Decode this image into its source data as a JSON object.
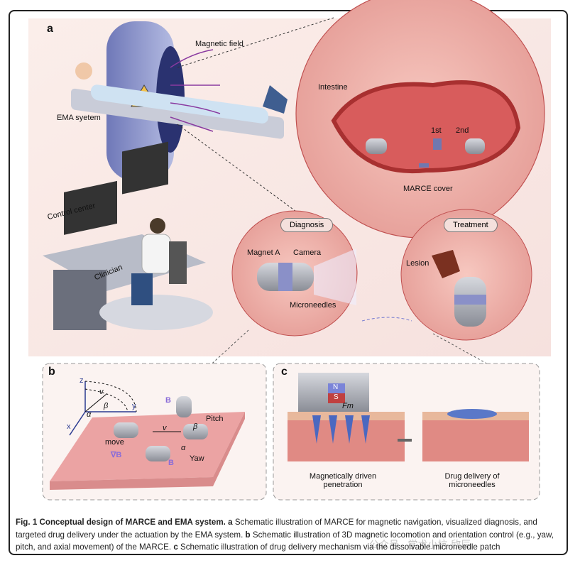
{
  "panel_a": {
    "letter": "a",
    "magnetic_field": "Magnetic field",
    "ema_system": "EMA syetem",
    "control_center": "Control center",
    "clinician": "Clinician",
    "intestine": "Intestine",
    "first": "1st",
    "second": "2nd",
    "marce_cover": "MARCE cover",
    "diagnosis": "Diagnosis",
    "treatment": "Treatment",
    "magnet_a": "Magnet A",
    "camera": "Camera",
    "microneedles": "Microneedles",
    "lesion": "Lesion"
  },
  "panel_b": {
    "letter": "b",
    "z": "z",
    "y": "y",
    "x": "x",
    "v": "v",
    "beta": "β",
    "alpha": "α",
    "pitch": "Pitch",
    "yaw": "Yaw",
    "move": "move",
    "grad_b": "∇B",
    "b": "B"
  },
  "panel_c": {
    "letter": "c",
    "n": "N",
    "s": "S",
    "fm": "Fm",
    "penetration": "Magnetically driven penetration",
    "drug_delivery": "Drug delivery of microneedles"
  },
  "caption": {
    "fig": "Fig. 1 Conceptual design of MARCE and EMA system.",
    "a_letter": "a",
    "a_text": "Schematic illustration of MARCE for magnetic navigation, visualized diagnosis, and targeted drug delivery under the actuation by the EMA system.",
    "b_letter": "b",
    "b_text": "Schematic illustration of 3D magnetic locomotion and orientation control (e.g., yaw, pitch, and axial movement) of the MARCE.",
    "c_letter": "c",
    "c_text": "Schematic illustration of drug delivery mechanism via the dissolvable microneedle patch"
  },
  "watermark": "公众号 · 学术小杭-欣辰",
  "colors": {
    "tissue": "#e8a0a0",
    "device": "#7078b0",
    "field": "#8a5cc0"
  }
}
